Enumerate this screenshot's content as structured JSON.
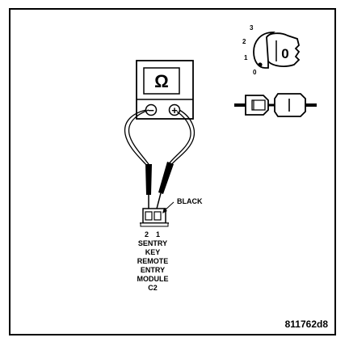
{
  "meter": {
    "symbol": "Ω",
    "neg_symbol": "−",
    "pos_symbol": "+"
  },
  "connector": {
    "wire_label": "BLACK",
    "pins": [
      "2",
      "1"
    ],
    "caption_lines": [
      "SENTRY",
      "KEY",
      "REMOTE",
      "ENTRY",
      "MODULE",
      "C2"
    ]
  },
  "ignition": {
    "positions": [
      "3",
      "2",
      "1",
      "0"
    ],
    "key_glyph": "0"
  },
  "figure_id": "811762d8"
}
